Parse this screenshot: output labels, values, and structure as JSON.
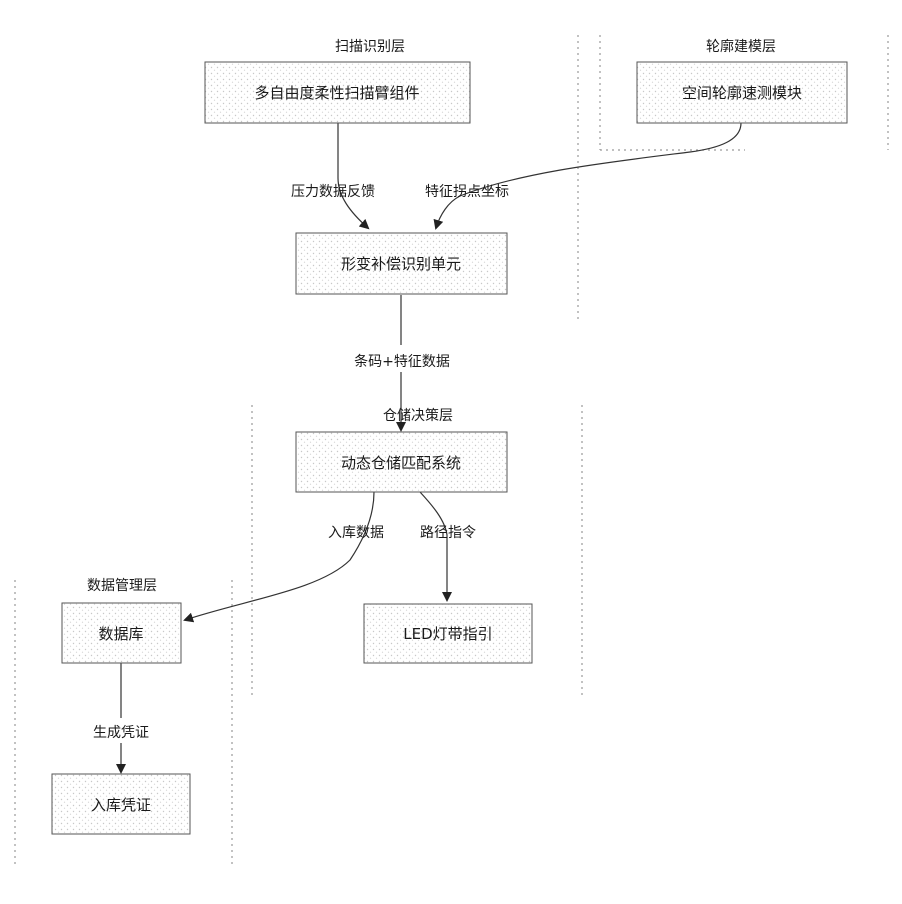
{
  "lanes": {
    "scan": "扫描识别层",
    "contour": "轮廓建模层",
    "decision": "仓储决策层",
    "data_mgmt": "数据管理层"
  },
  "nodes": {
    "arm": "多自由度柔性扫描臂组件",
    "contour_module": "空间轮廓速测模块",
    "deform_unit": "形变补偿识别单元",
    "matching_system": "动态仓储匹配系统",
    "database": "数据库",
    "led": "LED灯带指引",
    "voucher": "入库凭证"
  },
  "edges": {
    "pressure": "压力数据反馈",
    "inflection": "特征拐点坐标",
    "barcode": "条码+特征数据",
    "inbound": "入库数据",
    "path": "路径指令",
    "generate": "生成凭证"
  }
}
